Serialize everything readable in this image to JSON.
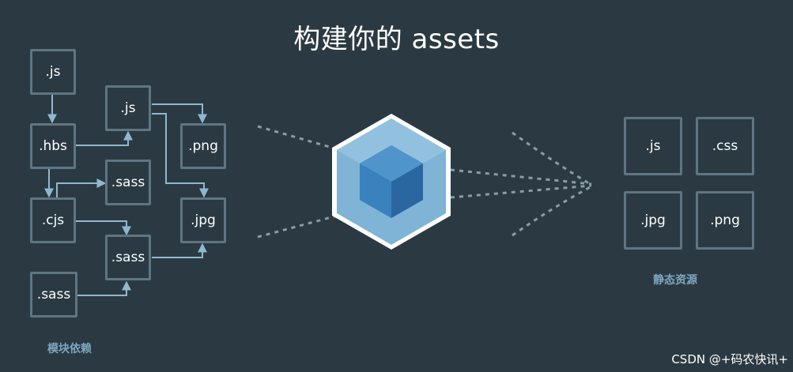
{
  "title": "构建你的 assets",
  "modules": {
    "caption": "模块依赖",
    "js_top": ".js",
    "hbs": ".hbs",
    "cjs": ".cjs",
    "sass_bottom": ".sass",
    "js_mid": ".js",
    "sass_upper": ".sass",
    "sass_lower": ".sass",
    "png": ".png",
    "jpg": ".jpg"
  },
  "outputs": {
    "caption": "静态资源",
    "js": ".js",
    "css": ".css",
    "jpg": ".jpg",
    "png": ".png"
  },
  "watermark": "CSDN @+码农快讯+",
  "colors": {
    "background": "#2b3a42",
    "box_border": "#5f7582",
    "arrow": "#8fb8d0",
    "cube_light": "#8ed6fb",
    "cube_dark": "#1c78c0",
    "caption": "#7fa6c1"
  }
}
